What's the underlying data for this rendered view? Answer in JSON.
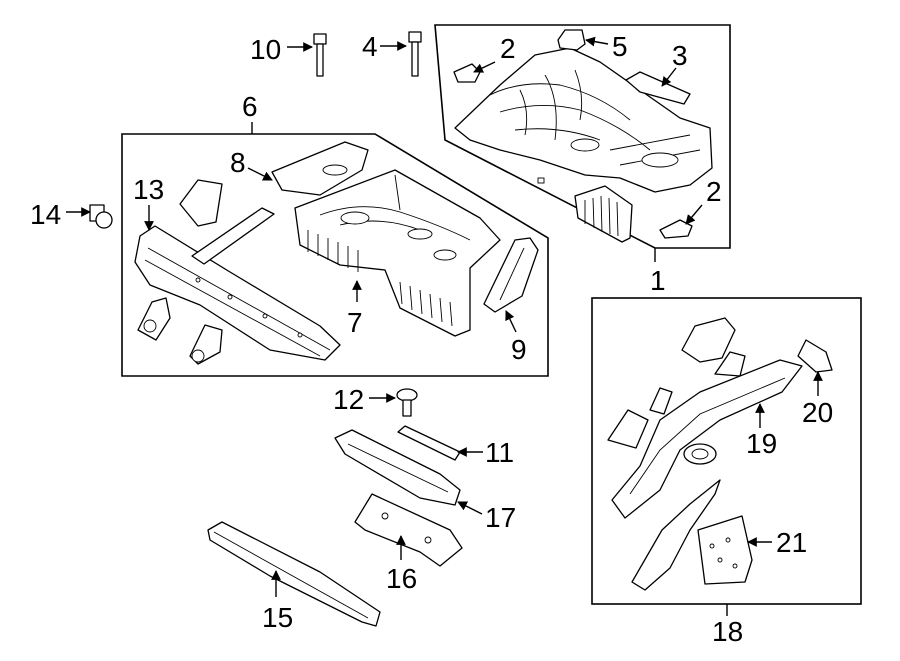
{
  "callouts": {
    "c1": "1",
    "c2a": "2",
    "c2b": "2",
    "c3": "3",
    "c4": "4",
    "c5": "5",
    "c6": "6",
    "c7": "7",
    "c8": "8",
    "c9": "9",
    "c10": "10",
    "c11": "11",
    "c12": "12",
    "c13": "13",
    "c14": "14",
    "c15": "15",
    "c16": "16",
    "c17": "17",
    "c18": "18",
    "c19": "19",
    "c20": "20",
    "c21": "21"
  }
}
